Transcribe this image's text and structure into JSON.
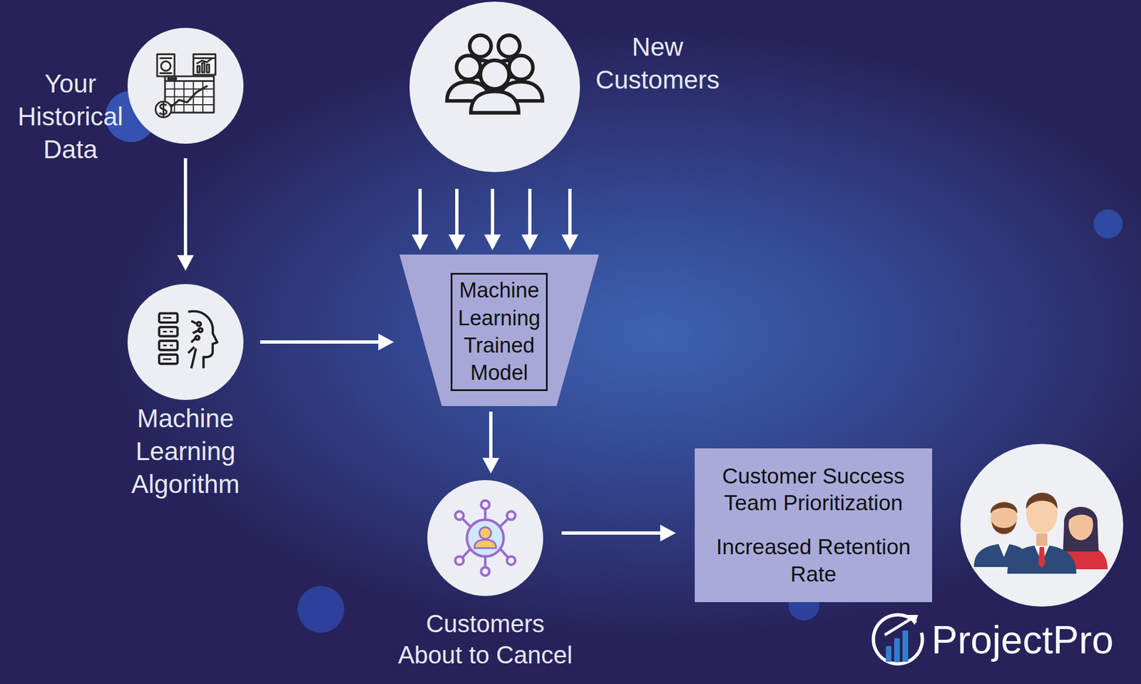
{
  "diagram": {
    "nodes": [
      {
        "text": [
          "Your Historical Data"
        ]
      },
      {
        "text": [
          "New Customers"
        ]
      },
      {
        "text": [
          "Machine Learning Algorithm"
        ]
      },
      {
        "text": [
          "Machine Learning Trained Model"
        ]
      },
      {
        "text": [
          "Customers About to Cancel"
        ]
      },
      {
        "text": [
          "Customer Success Team Prioritization",
          "Increased Retention Rate"
        ]
      }
    ],
    "edges": [
      {
        "from": 0,
        "to": 2,
        "arrow": "to"
      },
      {
        "from": 2,
        "to": 3,
        "arrow": "to"
      },
      {
        "from": 1,
        "to": 3,
        "arrow": "to"
      },
      {
        "from": 3,
        "to": 4,
        "arrow": "to"
      },
      {
        "from": 4,
        "to": 5,
        "arrow": "to"
      }
    ],
    "labels": [
      "ProjectPro"
    ]
  }
}
